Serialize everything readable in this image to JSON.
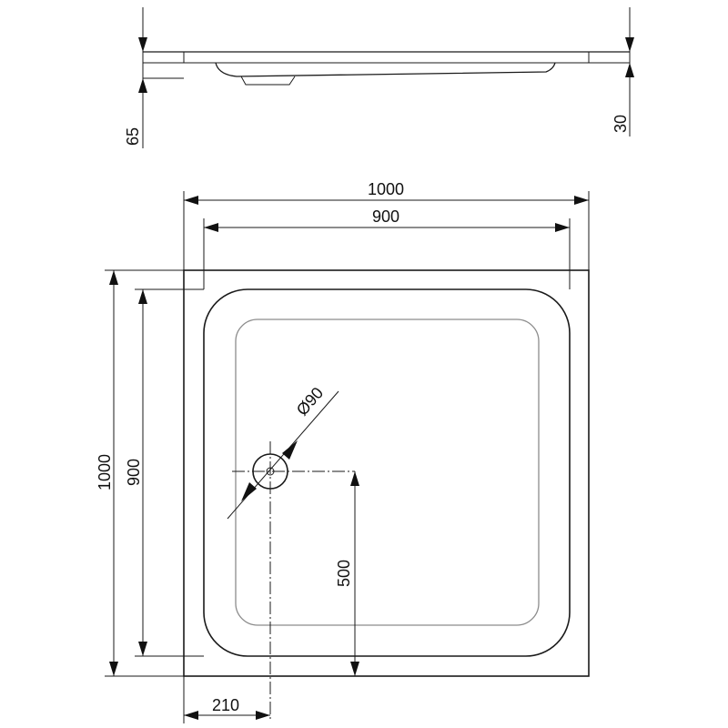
{
  "dimensions": {
    "side_height_left": "65",
    "side_height_right": "30",
    "outer_width": "1000",
    "inner_width": "900",
    "outer_depth": "1000",
    "inner_depth": "900",
    "drain_diameter": "Ø90",
    "drain_to_front": "500",
    "drain_to_side": "210"
  }
}
